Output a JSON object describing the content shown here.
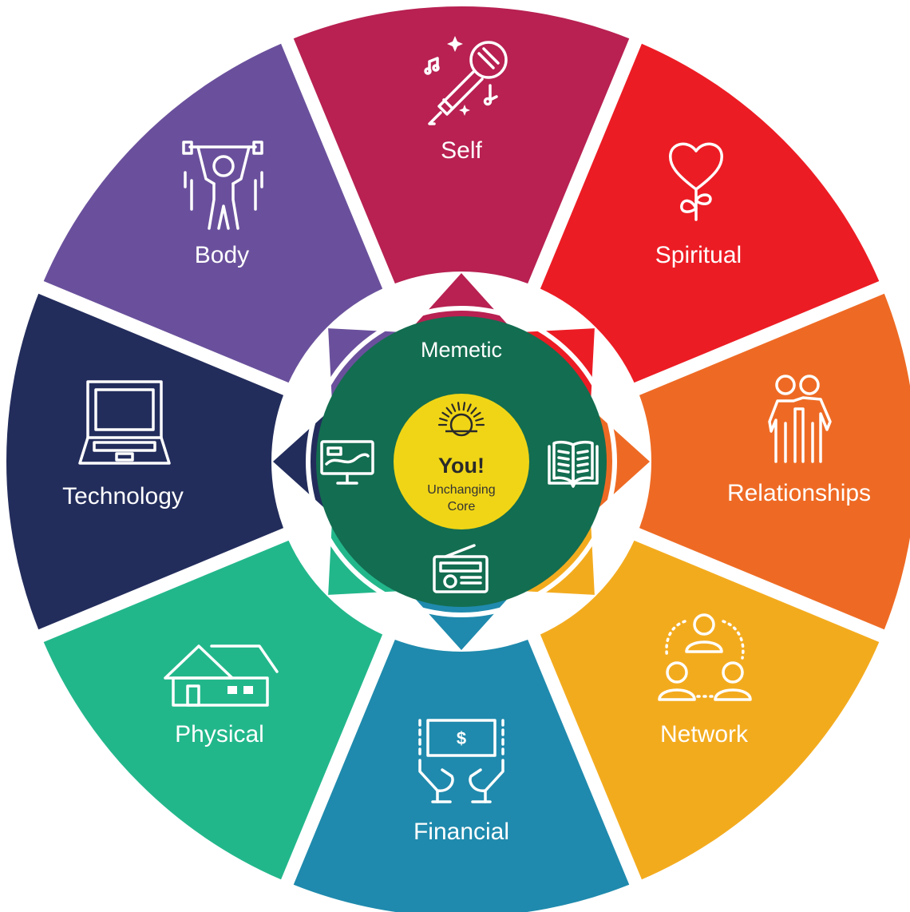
{
  "segments": [
    {
      "id": "self",
      "label": "Self",
      "color": "#b82152",
      "icon": "microphone-icon"
    },
    {
      "id": "spiritual",
      "label": "Spiritual",
      "color": "#ec1c24",
      "icon": "heart-flower-icon"
    },
    {
      "id": "relationships",
      "label": "Relationships",
      "color": "#ee6a24",
      "icon": "couple-icon"
    },
    {
      "id": "network",
      "label": "Network",
      "color": "#f3ab1e",
      "icon": "people-network-icon"
    },
    {
      "id": "financial",
      "label": "Financial",
      "color": "#1f8aad",
      "icon": "money-hands-icon"
    },
    {
      "id": "physical",
      "label": "Physical",
      "color": "#22b78b",
      "icon": "house-icon"
    },
    {
      "id": "technology",
      "label": "Technology",
      "color": "#232d5c",
      "icon": "laptop-icon"
    },
    {
      "id": "body",
      "label": "Body",
      "color": "#6a509c",
      "icon": "weightlifter-icon"
    }
  ],
  "memetic": {
    "label": "Memetic",
    "color": "#136d50",
    "icons": [
      "monitor-icon",
      "book-icon",
      "radio-icon"
    ]
  },
  "core": {
    "title": "You!",
    "subtitle_line1": "Unchanging",
    "subtitle_line2": "Core",
    "color": "#f0d516",
    "icon": "sun-icon"
  }
}
